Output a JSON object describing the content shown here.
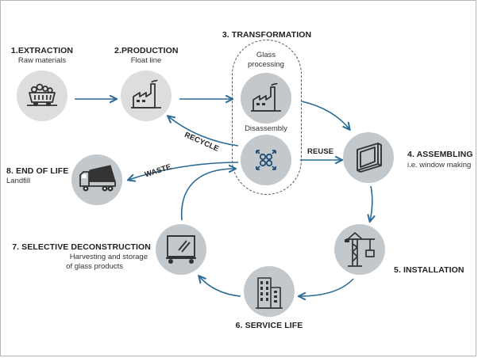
{
  "stages": {
    "extraction": {
      "title": "1.EXTRACTION",
      "subtitle": "Raw materials",
      "icon": "mine-cart-icon"
    },
    "production": {
      "title": "2.PRODUCTION",
      "subtitle": "Float line",
      "icon": "factory-icon"
    },
    "transformation": {
      "title": "3. TRANSFORMATION",
      "glass_processing": "Glass processing",
      "glass_processing_icon": "factory-icon",
      "disassembly": "Disassembly",
      "disassembly_icon": "disassembly-icon"
    },
    "assembling": {
      "title": "4. ASSEMBLING",
      "subtitle": "i.e. window making",
      "icon": "window-frame-icon"
    },
    "installation": {
      "title": "5. INSTALLATION",
      "icon": "crane-icon"
    },
    "service_life": {
      "title": "6. SERVICE LIFE",
      "icon": "building-icon"
    },
    "selective_deconstruction": {
      "title": "7. SELECTIVE DECONSTRUCTION",
      "subtitle_line1": "Harvesting and storage",
      "subtitle_line2": "of glass products",
      "icon": "glass-rack-icon"
    },
    "end_of_life": {
      "title": "8. END OF LIFE",
      "subtitle": "Landfill",
      "icon": "dump-truck-icon"
    }
  },
  "flows": {
    "recycle": "RECYCLE",
    "reuse": "REUSE",
    "waste": "WASTE"
  },
  "colors": {
    "arrow": "#2a6b96",
    "circle": "#c3c8cc",
    "circle_light": "#dddddd",
    "icon": "#333333"
  }
}
